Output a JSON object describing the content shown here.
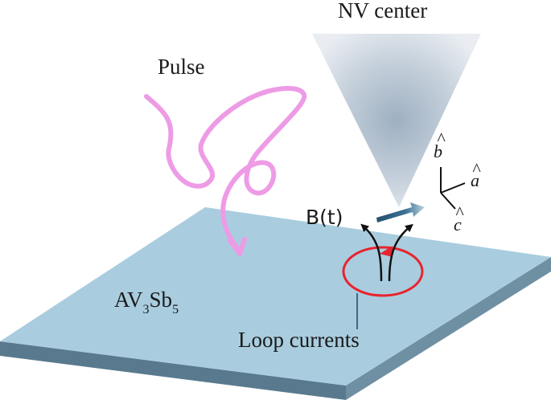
{
  "labels": {
    "nv_center": "NV center",
    "pulse": "Pulse",
    "material_base": "AV",
    "material_sub1": "3",
    "material_mid": "Sb",
    "material_sub2": "5",
    "field": "B(t)",
    "loop_currents": "Loop currents"
  },
  "axes": {
    "b": "b",
    "a": "a",
    "c": "c",
    "hat": "^"
  },
  "colors": {
    "slab_top": "#a9cddf",
    "slab_side": "#597a8e",
    "tip_cone": "#c9d3dd",
    "pulse": "#ee9be6",
    "loop": "#e8242e",
    "nv_arrow": "#2f5f80"
  }
}
